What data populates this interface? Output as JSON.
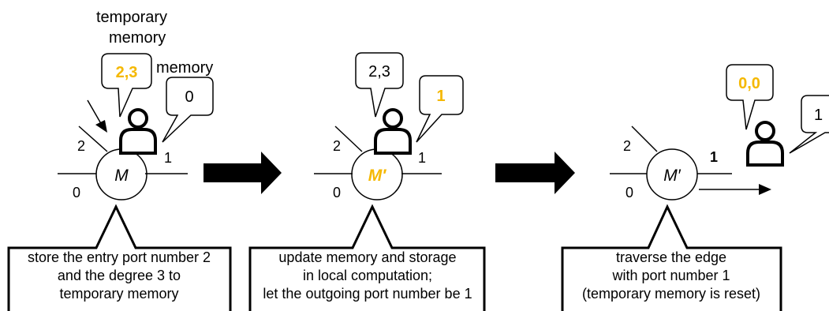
{
  "colors": {
    "accent": "#f5b800",
    "ink": "#000000"
  },
  "stage1": {
    "label_temporary_memory_line1": "temporary",
    "label_temporary_memory_line2": "memory",
    "label_memory": "memory",
    "temp_value": "2,3",
    "mem_value": "0",
    "node_label": "M",
    "port_left": "0",
    "port_upper_left": "2",
    "port_right": "1",
    "caption": [
      "store the entry port number 2",
      "and the degree 3 to",
      "temporary memory"
    ]
  },
  "stage2": {
    "temp_value": "2,3",
    "mem_value": "1",
    "node_label": "M′",
    "port_left": "0",
    "port_upper_left": "2",
    "port_right": "1",
    "caption": [
      "update memory and storage",
      "in local computation;",
      "let the outgoing port number be 1"
    ]
  },
  "stage3": {
    "temp_value": "0,0",
    "mem_value": "1",
    "node_label": "M′",
    "port_left": "0",
    "port_upper_left": "2",
    "port_right": "1",
    "caption": [
      "traverse the edge",
      "with port number 1",
      "(temporary memory is reset)"
    ]
  }
}
